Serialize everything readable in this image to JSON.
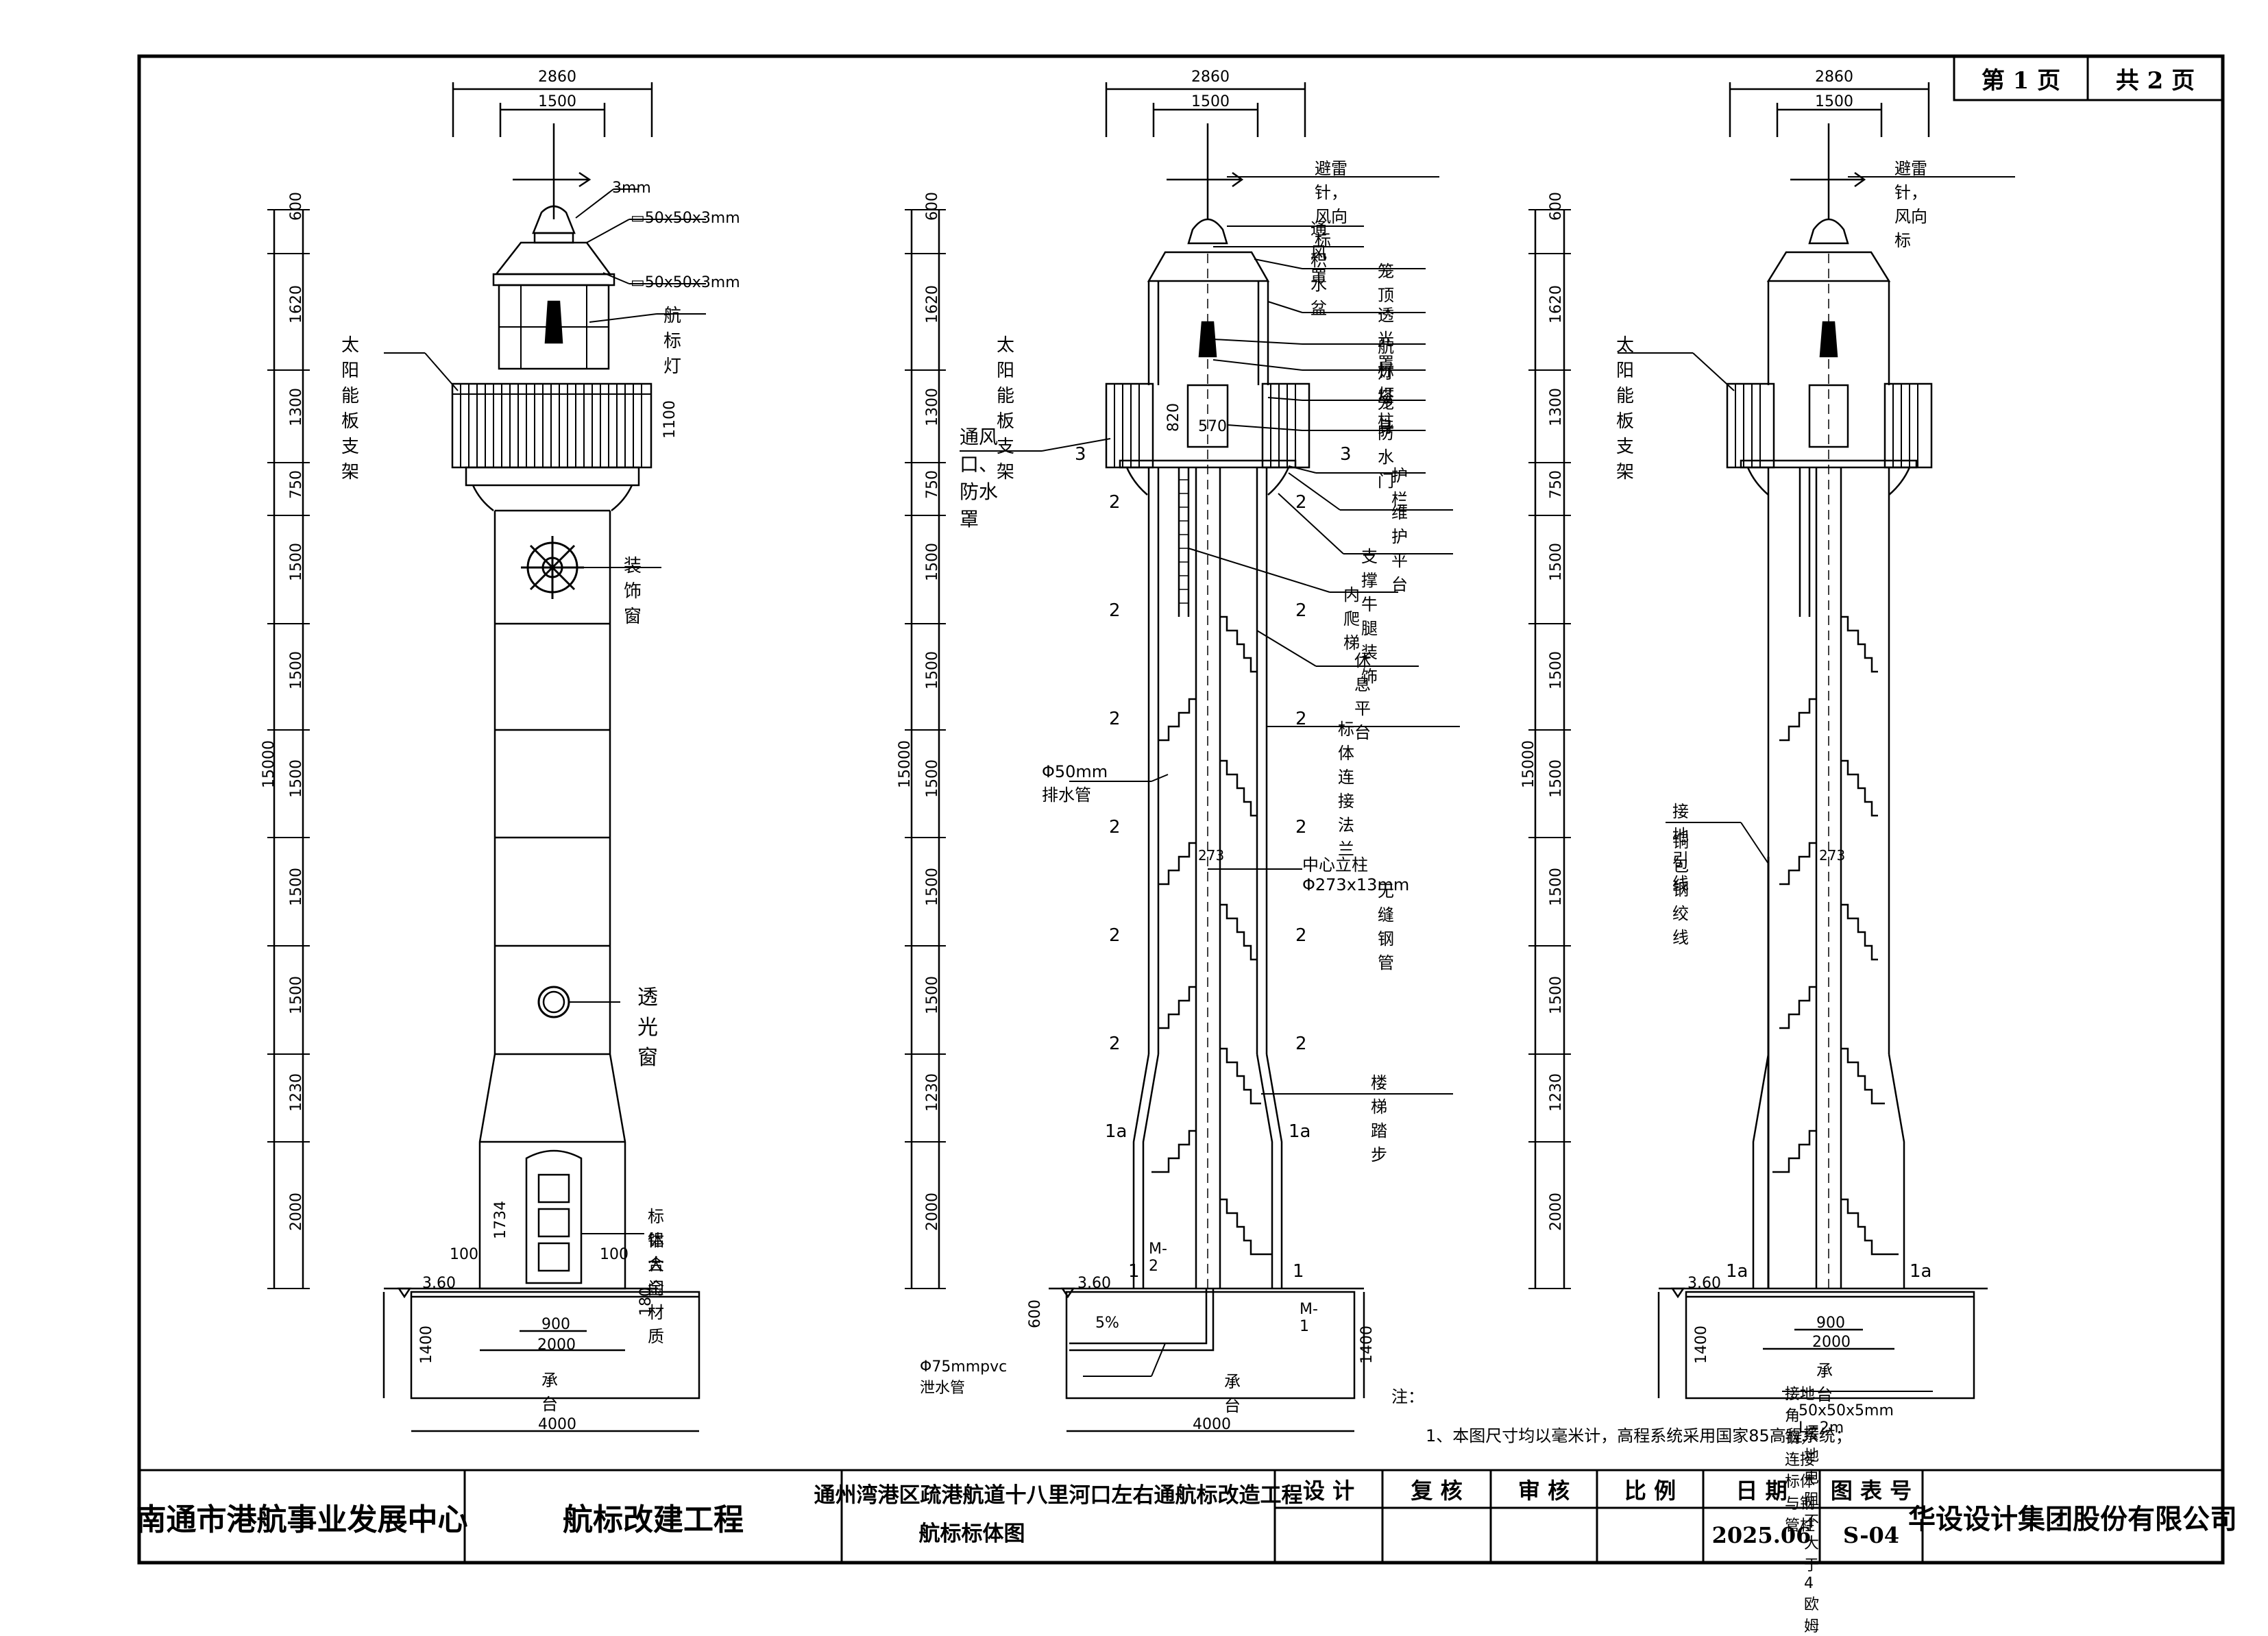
{
  "page": {
    "current": "第 1 页",
    "total": "共 2 页"
  },
  "views": {
    "left": {
      "top_dims": [
        "2860",
        "1500"
      ],
      "side_dims": [
        "600",
        "1620",
        "1300",
        "750",
        "1500",
        "1500",
        "1500",
        "1500",
        "1500",
        "1230",
        "2000"
      ],
      "total_height": "15000",
      "labels": {
        "roof_thickness": "3mm",
        "channel_1": "▭50x50x3mm",
        "channel_2": "▭50x50x3mm",
        "lamp": "航标灯",
        "solar_bracket": "太阳能板支架",
        "solar_height": "1100",
        "deco_window": "装饰窗",
        "light_window": "透光窗",
        "main_door": "标体大门",
        "door_material": "铝合金材质",
        "door_height": "1734",
        "door_gap_left": "100",
        "door_gap_right": "100",
        "level": "3.60",
        "cap_thickness": "180",
        "cap_height": "1400",
        "cap_dim_900": "900",
        "cap_dim_2000": "2000",
        "pile_cap": "承台",
        "base_width": "4000"
      }
    },
    "middle": {
      "top_dims": [
        "2860",
        "1500"
      ],
      "side_dims": [
        "600",
        "1620",
        "1300",
        "750",
        "1500",
        "1500",
        "1500",
        "1500",
        "1500",
        "1230",
        "2000"
      ],
      "total_height": "15000",
      "labels": {
        "lightning_rod": "避雷针，风向标",
        "vent_cover": "通风罩",
        "water_tray": "积水盆",
        "lantern_roof": "笼顶",
        "light_cover": "透光罩",
        "lamp": "航标灯",
        "lamp_post": "灯塔柱",
        "solar_bracket": "太阳能板支架",
        "lantern_body": "笼身",
        "vent_rain": "通风口、防水罩",
        "waterproof_door": "防水门",
        "door_h": "820",
        "door_w": "570",
        "railing": "护栏",
        "platform": "维护平台",
        "bracket_deco": "支撑牛腿装饰",
        "inner_ladder": "内爬梯",
        "rest_platform": "休息平台",
        "flange": "标体连接法兰",
        "drain_pipe": "Φ50mm排水管",
        "center_column": "中心立柱 Φ273x13mm",
        "seamless": "无缝钢管",
        "col_dim": "273",
        "stair_step": "楼梯踏步",
        "sec_3": "3",
        "sec_2": "2",
        "sec_1a": "1a",
        "sec_1": "1",
        "m2": "M-2",
        "m1": "M-1",
        "slope": "5%",
        "level": "3.60",
        "dim_600": "600",
        "pvc_pipe": "Φ75mmpvc泄水管",
        "pile_cap": "承台",
        "cap_height": "1400",
        "base_width": "4000"
      }
    },
    "right": {
      "top_dims": [
        "2860",
        "1500"
      ],
      "side_dims": [
        "600",
        "1620",
        "1300",
        "750",
        "1500",
        "1500",
        "1500",
        "1500",
        "1500",
        "1230",
        "2000"
      ],
      "total_height": "15000",
      "labels": {
        "lightning_rod": "避雷针，风向标",
        "solar_bracket": "太阳能板支架",
        "ground_lead": "接地引线",
        "copper_strand": "铜包钢绞线",
        "col_dim": "273",
        "sec_1a": "1a",
        "level": "3.60",
        "cap_height": "1400",
        "cap_dim_900": "900",
        "cap_dim_2000": "2000",
        "pile_cap": "承台",
        "ground_angle": "接地角钢，连接标体与钢管柱",
        "angle_spec": "50x50x5mm L=2m",
        "ground_res": "接地电阻不大于4欧姆"
      }
    }
  },
  "notes": {
    "title": "注：",
    "line1": "1、本图尺寸均以毫米计，高程系统采用国家85高程系统；"
  },
  "title_block": {
    "org": "南通市港航事业发展中心",
    "project": "航标改建工程",
    "drawing_title_1": "通州湾港区疏港航道十八里河口左右通航标改造工程",
    "drawing_title_2": "航标标体图",
    "design": "设 计",
    "review": "复 核",
    "audit": "审 核",
    "scale": "比 例",
    "date_label": "日 期",
    "sheet_no_label": "图 表 号",
    "date": "2025.06",
    "sheet_no": "S-04",
    "company": "华设设计集团股份有限公司"
  }
}
